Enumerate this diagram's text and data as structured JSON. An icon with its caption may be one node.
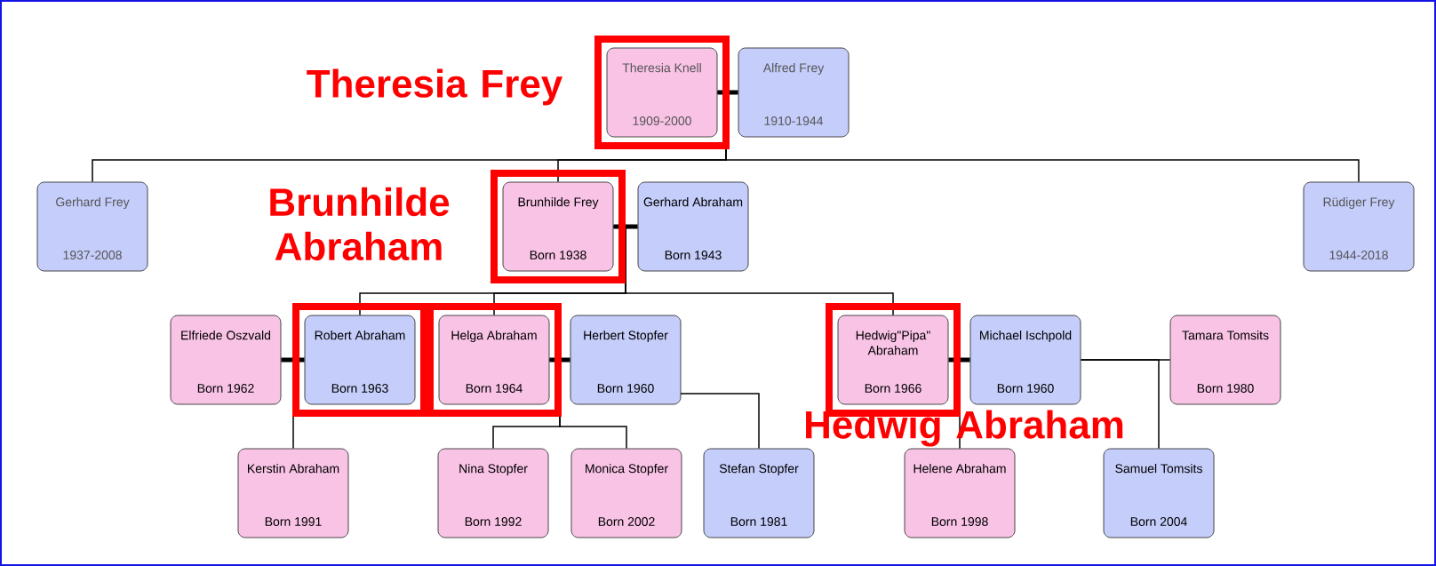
{
  "diagram": {
    "nodes": [
      {
        "text": [
          "Theresia Knell",
          "1909-2000"
        ]
      },
      {
        "text": [
          "Alfred Frey",
          "1910-1944"
        ]
      },
      {
        "text": [
          "Gerhard Frey",
          "1937-2008"
        ]
      },
      {
        "text": [
          "Brunhilde Frey",
          "Born 1938"
        ]
      },
      {
        "text": [
          "Gerhard Abraham",
          "Born 1943"
        ]
      },
      {
        "text": [
          "Rüdiger Frey",
          "1944-2018"
        ]
      },
      {
        "text": [
          "Elfriede Oszvald",
          "Born 1962"
        ]
      },
      {
        "text": [
          "Robert Abraham",
          "Born 1963"
        ]
      },
      {
        "text": [
          "Helga Abraham",
          "Born 1964"
        ]
      },
      {
        "text": [
          "Herbert Stopfer",
          "Born 1960"
        ]
      },
      {
        "text": [
          "Hedwig\"Pipa\" Abraham",
          "Born 1966"
        ]
      },
      {
        "text": [
          "Michael Ischpold",
          "Born 1960"
        ]
      },
      {
        "text": [
          "Tamara Tomsits",
          "Born 1980"
        ]
      },
      {
        "text": [
          "Kerstin Abraham",
          "Born 1991"
        ]
      },
      {
        "text": [
          "Nina Stopfer",
          "Born 1992"
        ]
      },
      {
        "text": [
          "Monica Stopfer",
          "Born 2002"
        ]
      },
      {
        "text": [
          "Stefan Stopfer",
          "Born 1981"
        ]
      },
      {
        "text": [
          "Helene Abraham",
          "Born 1998"
        ]
      },
      {
        "text": [
          "Samuel Tomsits",
          "Born 2004"
        ]
      }
    ],
    "edges": [
      {
        "from": 0,
        "to": 1,
        "arrow": "none",
        "style": "thick"
      },
      {
        "from": 0,
        "to": 2,
        "arrow": "none"
      },
      {
        "from": 0,
        "to": 3,
        "arrow": "none"
      },
      {
        "from": 0,
        "to": 5,
        "arrow": "none"
      },
      {
        "from": 3,
        "to": 4,
        "arrow": "none",
        "style": "thick"
      },
      {
        "from": 3,
        "to": 7,
        "arrow": "none"
      },
      {
        "from": 3,
        "to": 8,
        "arrow": "none"
      },
      {
        "from": 3,
        "to": 10,
        "arrow": "none"
      },
      {
        "from": 6,
        "to": 7,
        "arrow": "none",
        "style": "thick"
      },
      {
        "from": 7,
        "to": 13,
        "arrow": "none"
      },
      {
        "from": 8,
        "to": 9,
        "arrow": "none",
        "style": "thick"
      },
      {
        "from": 8,
        "to": 14,
        "arrow": "none"
      },
      {
        "from": 8,
        "to": 15,
        "arrow": "none"
      },
      {
        "from": 9,
        "to": 16,
        "arrow": "none"
      },
      {
        "from": 10,
        "to": 11,
        "arrow": "none",
        "style": "thick"
      },
      {
        "from": 10,
        "to": 17,
        "arrow": "none"
      },
      {
        "from": 11,
        "to": 12,
        "arrow": "none"
      },
      {
        "from": 11,
        "to": 18,
        "arrow": "none"
      }
    ],
    "labels": [
      "Theresia Frey",
      "Brunhilde Abraham",
      "Hedwig Abraham"
    ]
  }
}
